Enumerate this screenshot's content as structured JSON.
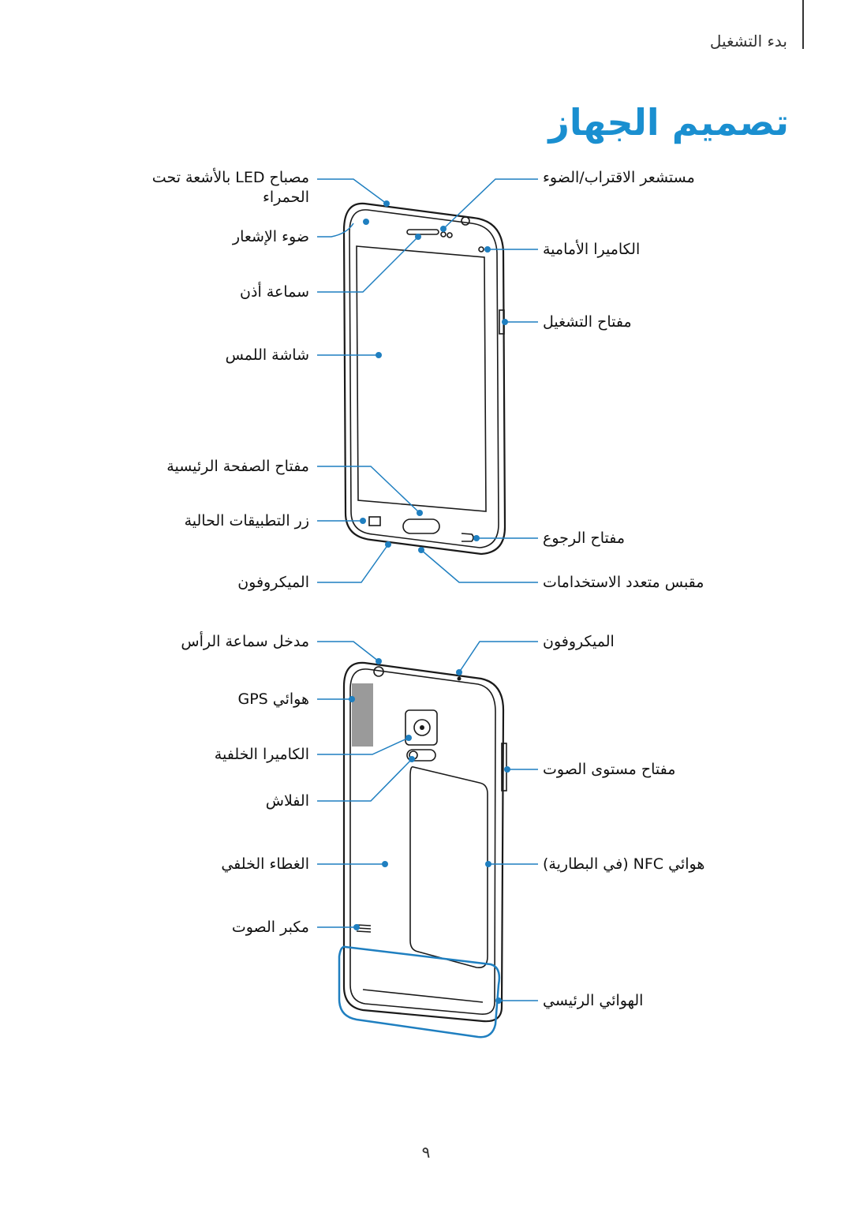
{
  "header": {
    "section": "بدء التشغيل"
  },
  "title": "تصميم الجهاز",
  "front": {
    "left_labels": [
      "مصباح LED بالأشعة تحت",
      "الحمراء",
      "ضوء الإشعار",
      "سماعة أذن",
      "شاشة اللمس",
      "مفتاح الصفحة الرئيسية",
      "زر التطبيقات الحالية",
      "الميكروفون"
    ],
    "right_labels": [
      "مستشعر الاقتراب/الضوء",
      "الكاميرا الأمامية",
      "مفتاح التشغيل",
      "مفتاح الرجوع",
      "مقبس متعدد الاستخدامات"
    ]
  },
  "back": {
    "left_labels": [
      "مدخل سماعة الرأس",
      "هوائي GPS",
      "الكاميرا الخلفية",
      "الفلاش",
      "الغطاء الخلفي",
      "مكبر الصوت"
    ],
    "right_labels": [
      "الميكروفون",
      "مفتاح مستوى الصوت",
      "هوائي NFC (في البطارية)",
      "الهوائي الرئيسي"
    ]
  },
  "colors": {
    "accent": "#1a8fd0",
    "callout": "#1f7fc0",
    "outline": "#1a1a1a"
  },
  "page_number": "٩"
}
